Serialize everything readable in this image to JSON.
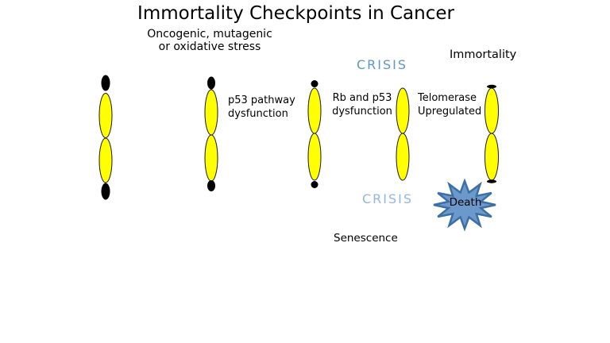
{
  "slide": {
    "title": "Immortality Checkpoints in Cancer",
    "subtitle_line1": "Oncogenic, mutagenic",
    "subtitle_line2": "or oxidative stress",
    "crisis_top": "CRISIS",
    "crisis_bottom": "CRISIS",
    "immortality": "Immortality",
    "senescence": "Senescence",
    "death": "Death",
    "label_p53_line1": "p53 pathway",
    "label_p53_line2": "dysfunction",
    "label_rb_line1": "Rb and p53",
    "label_rb_line2": "dysfunction",
    "label_telomerase_line1": "Telomerase",
    "label_telomerase_line2": "Upregulated"
  },
  "colors": {
    "background": "#FFFFFF",
    "chromosome_body": "#FFFF00",
    "telomere_cap": "#000000",
    "crisis_top_text": "#6096C8",
    "crisis_bottom_text": "#94B6DA",
    "death_star_fill": "#6B99CC",
    "death_star_stroke": "#3D6FA5"
  }
}
